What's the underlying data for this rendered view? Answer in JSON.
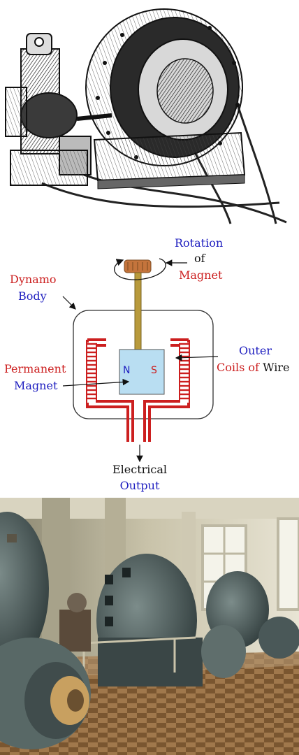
{
  "labels": {
    "rotation": "Rotation",
    "of": "of",
    "magnet": "Magnet",
    "dynamo": "Dynamo",
    "body": "Body",
    "outer": "Outer",
    "coils_of": "Coils of",
    "wire": "Wire",
    "permanent": "Permanent",
    "magnet_left": "Magnet",
    "pole_n": "N",
    "pole_s": "S",
    "electrical": "Electrical",
    "output": "Output"
  },
  "colors": {
    "red_label": "#cc1f1f",
    "blue_label": "#2020c0",
    "coil": "#cc1f1f",
    "magnet_fill": "#b9def2",
    "shaft": "#b89a3c",
    "knob": "#c4743c"
  },
  "icons": [
    "rotation-arrow-icon",
    "pointer-arrow-icon",
    "output-arrow-icon"
  ]
}
